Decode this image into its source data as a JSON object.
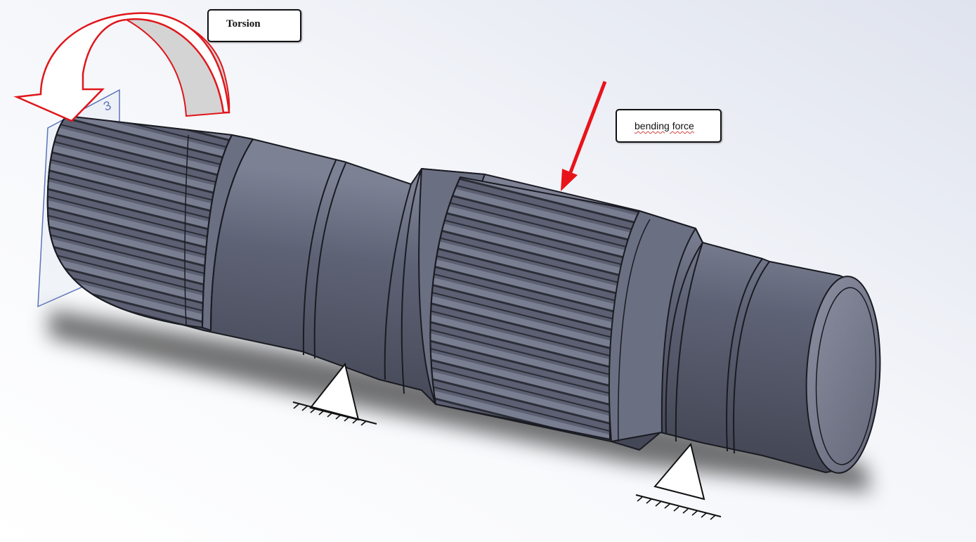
{
  "labels": {
    "torsion": "Torsion",
    "bending_force": "bending force"
  },
  "plane_label": "3",
  "colors": {
    "shaft_body": "#5a5e70",
    "shaft_outline": "#1a1b22",
    "torsion_arrow": "#e0161b",
    "torsion_arrow_band": "#d4d4d4",
    "bending_arrow": "#e8141a",
    "reference_plane": "#5b74b8",
    "background": "#ffffff"
  },
  "icons": [
    "torsion-arrow-icon",
    "bending-force-arrow-icon",
    "fixed-support-icon"
  ]
}
